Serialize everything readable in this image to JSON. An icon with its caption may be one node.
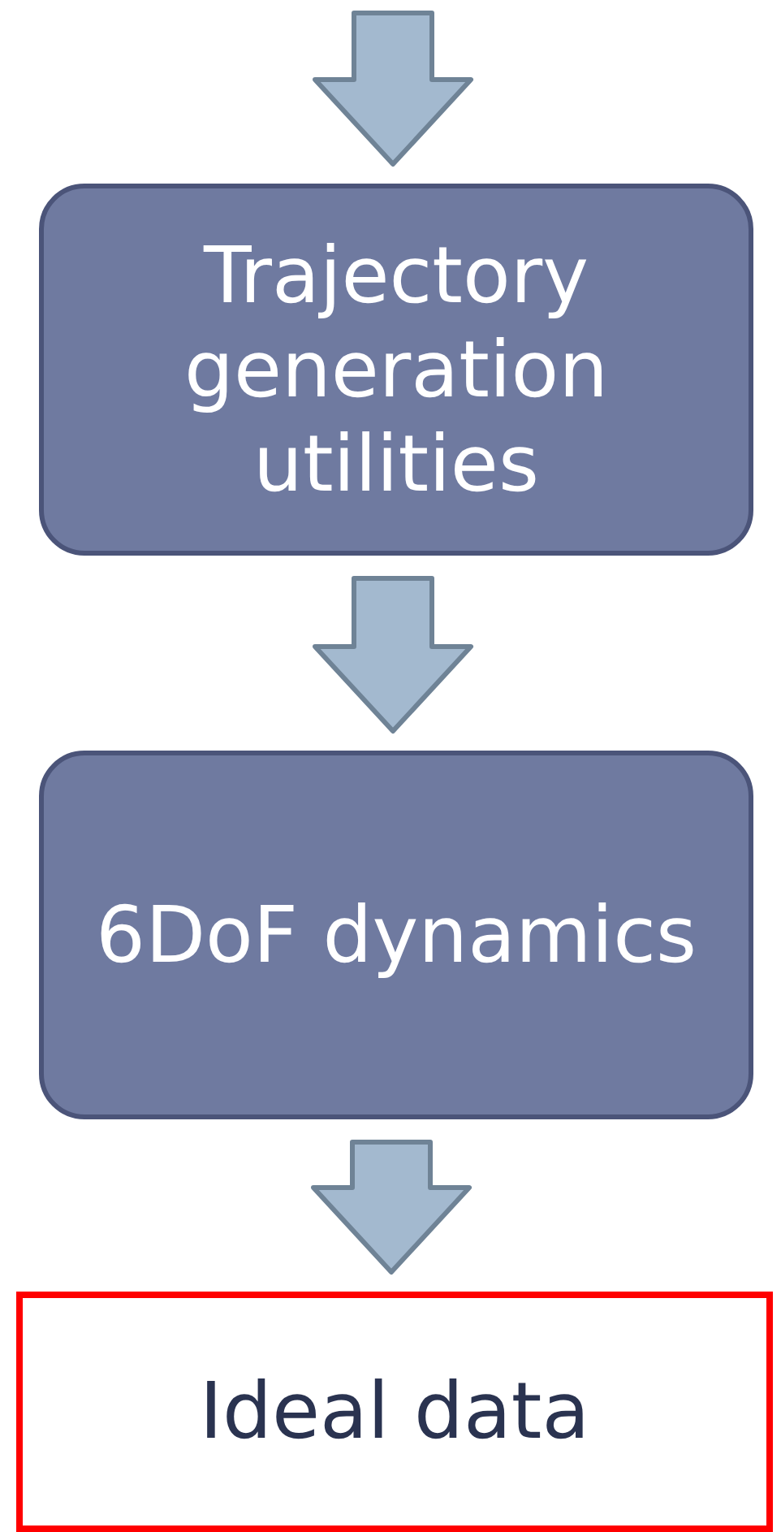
{
  "diagram": {
    "nodes": [
      {
        "text": [
          "Trajectory generation utilities"
        ]
      },
      {
        "text": [
          "6DoF dynamics"
        ]
      },
      {
        "text": [
          "Ideal data"
        ]
      }
    ],
    "edges": [
      {
        "from": null,
        "to": 0,
        "arrow": "to"
      },
      {
        "from": 0,
        "to": 1,
        "arrow": "to"
      },
      {
        "from": 1,
        "to": 2,
        "arrow": "to"
      }
    ]
  }
}
